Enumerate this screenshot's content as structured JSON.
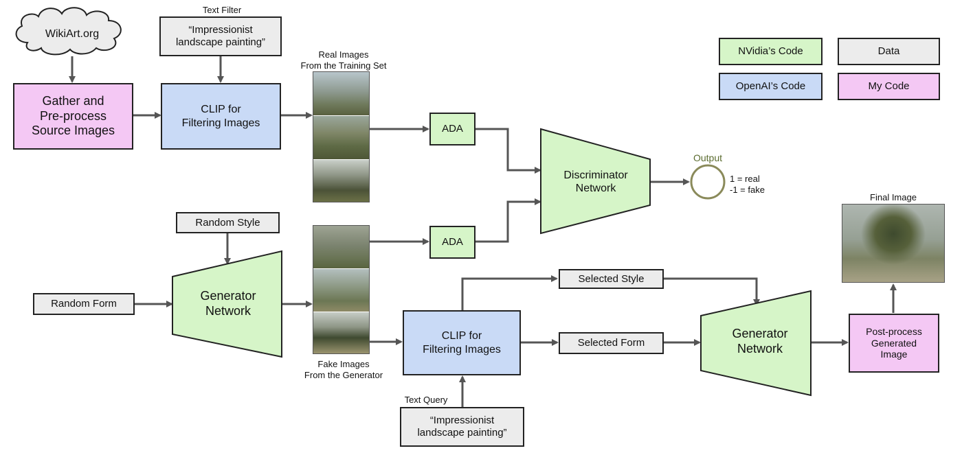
{
  "sources": {
    "wikiart": "WikiArt.org",
    "text_filter_label": "Text Filter",
    "text_filter_value": "“Impressionist\nlandscape painting”"
  },
  "process": {
    "gather": "Gather and\nPre-process\nSource Images",
    "clip_top": "CLIP for\nFiltering Images",
    "clip_bottom": "CLIP for\nFiltering Images",
    "ada_top": "ADA",
    "ada_bottom": "ADA",
    "discriminator": "Discriminator\nNetwork",
    "generator_left": "Generator\nNetwork",
    "generator_right": "Generator\nNetwork",
    "postprocess": "Post-process\nGenerated\nImage"
  },
  "inputs": {
    "random_style": "Random Style",
    "random_form": "Random Form",
    "selected_style": "Selected Style",
    "selected_form": "Selected Form",
    "text_query_label": "Text Query",
    "text_query_value": "“Impressionist\nlandscape painting”"
  },
  "images": {
    "real_label": "Real Images\nFrom the Training Set",
    "fake_label": "Fake Images\nFrom the Generator",
    "final_label": "Final Image"
  },
  "output": {
    "label": "Output",
    "values": "1 = real\n-1 = fake"
  },
  "legend": {
    "nvidia": "NVidia’s Code",
    "data": "Data",
    "openai": "OpenAI’s Code",
    "mine": "My Code"
  },
  "colors": {
    "green": "#d6f5c8",
    "blue": "#c9daf6",
    "pink": "#f4c8f4",
    "gray": "#ececec",
    "arrow": "#555555",
    "output_ring": "#8a8a5a",
    "output_text": "#5a6b2e"
  }
}
